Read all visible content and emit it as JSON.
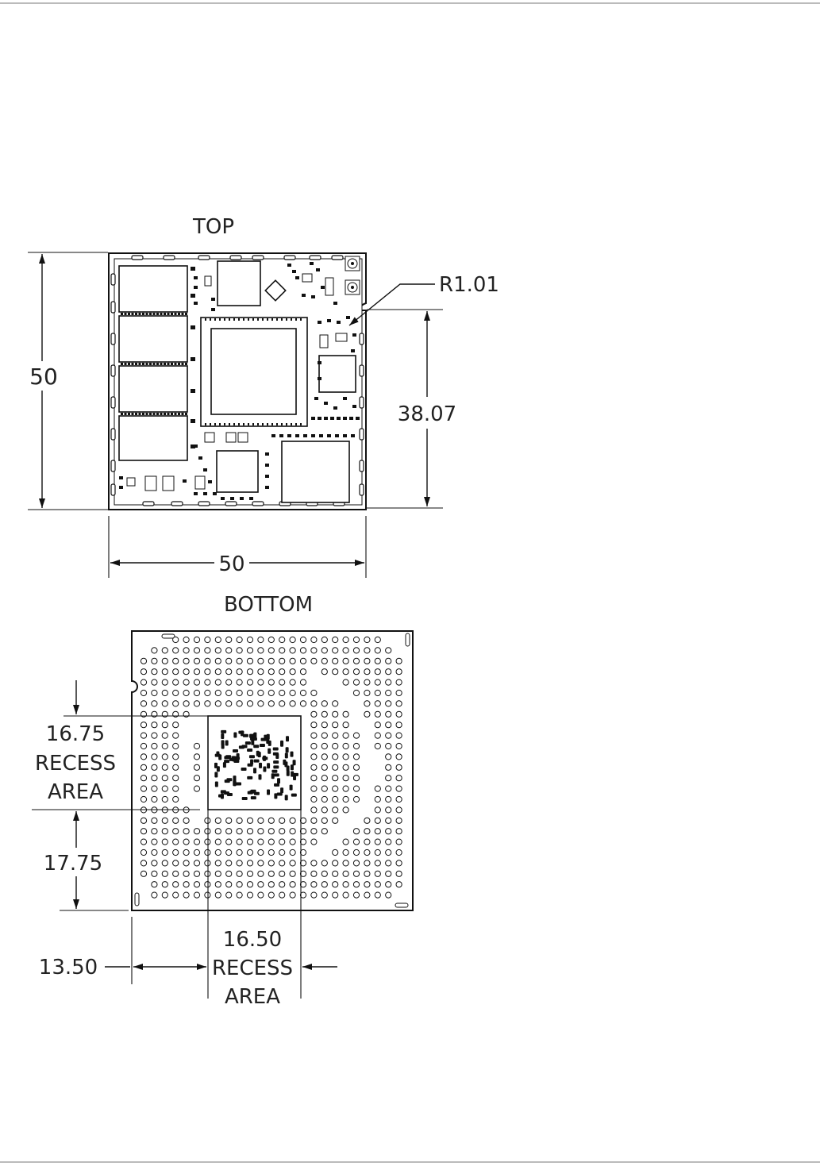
{
  "views": {
    "top": {
      "title": "TOP"
    },
    "bottom": {
      "title": "BOTTOM"
    }
  },
  "dimensions": {
    "top_height": "50",
    "top_width": "50",
    "top_partial_height": "38.07",
    "corner_radius": "R1.01",
    "recess_height_value": "16.75",
    "recess_height_line1": "RECESS",
    "recess_height_line2": "AREA",
    "recess_offset_y": "17.75",
    "recess_offset_x": "13.50",
    "recess_width_value": "16.50",
    "recess_width_line1": "RECESS",
    "recess_width_line2": "AREA"
  },
  "colors": {
    "ink": "#111111",
    "paper": "#ffffff",
    "rule": "#777777"
  }
}
